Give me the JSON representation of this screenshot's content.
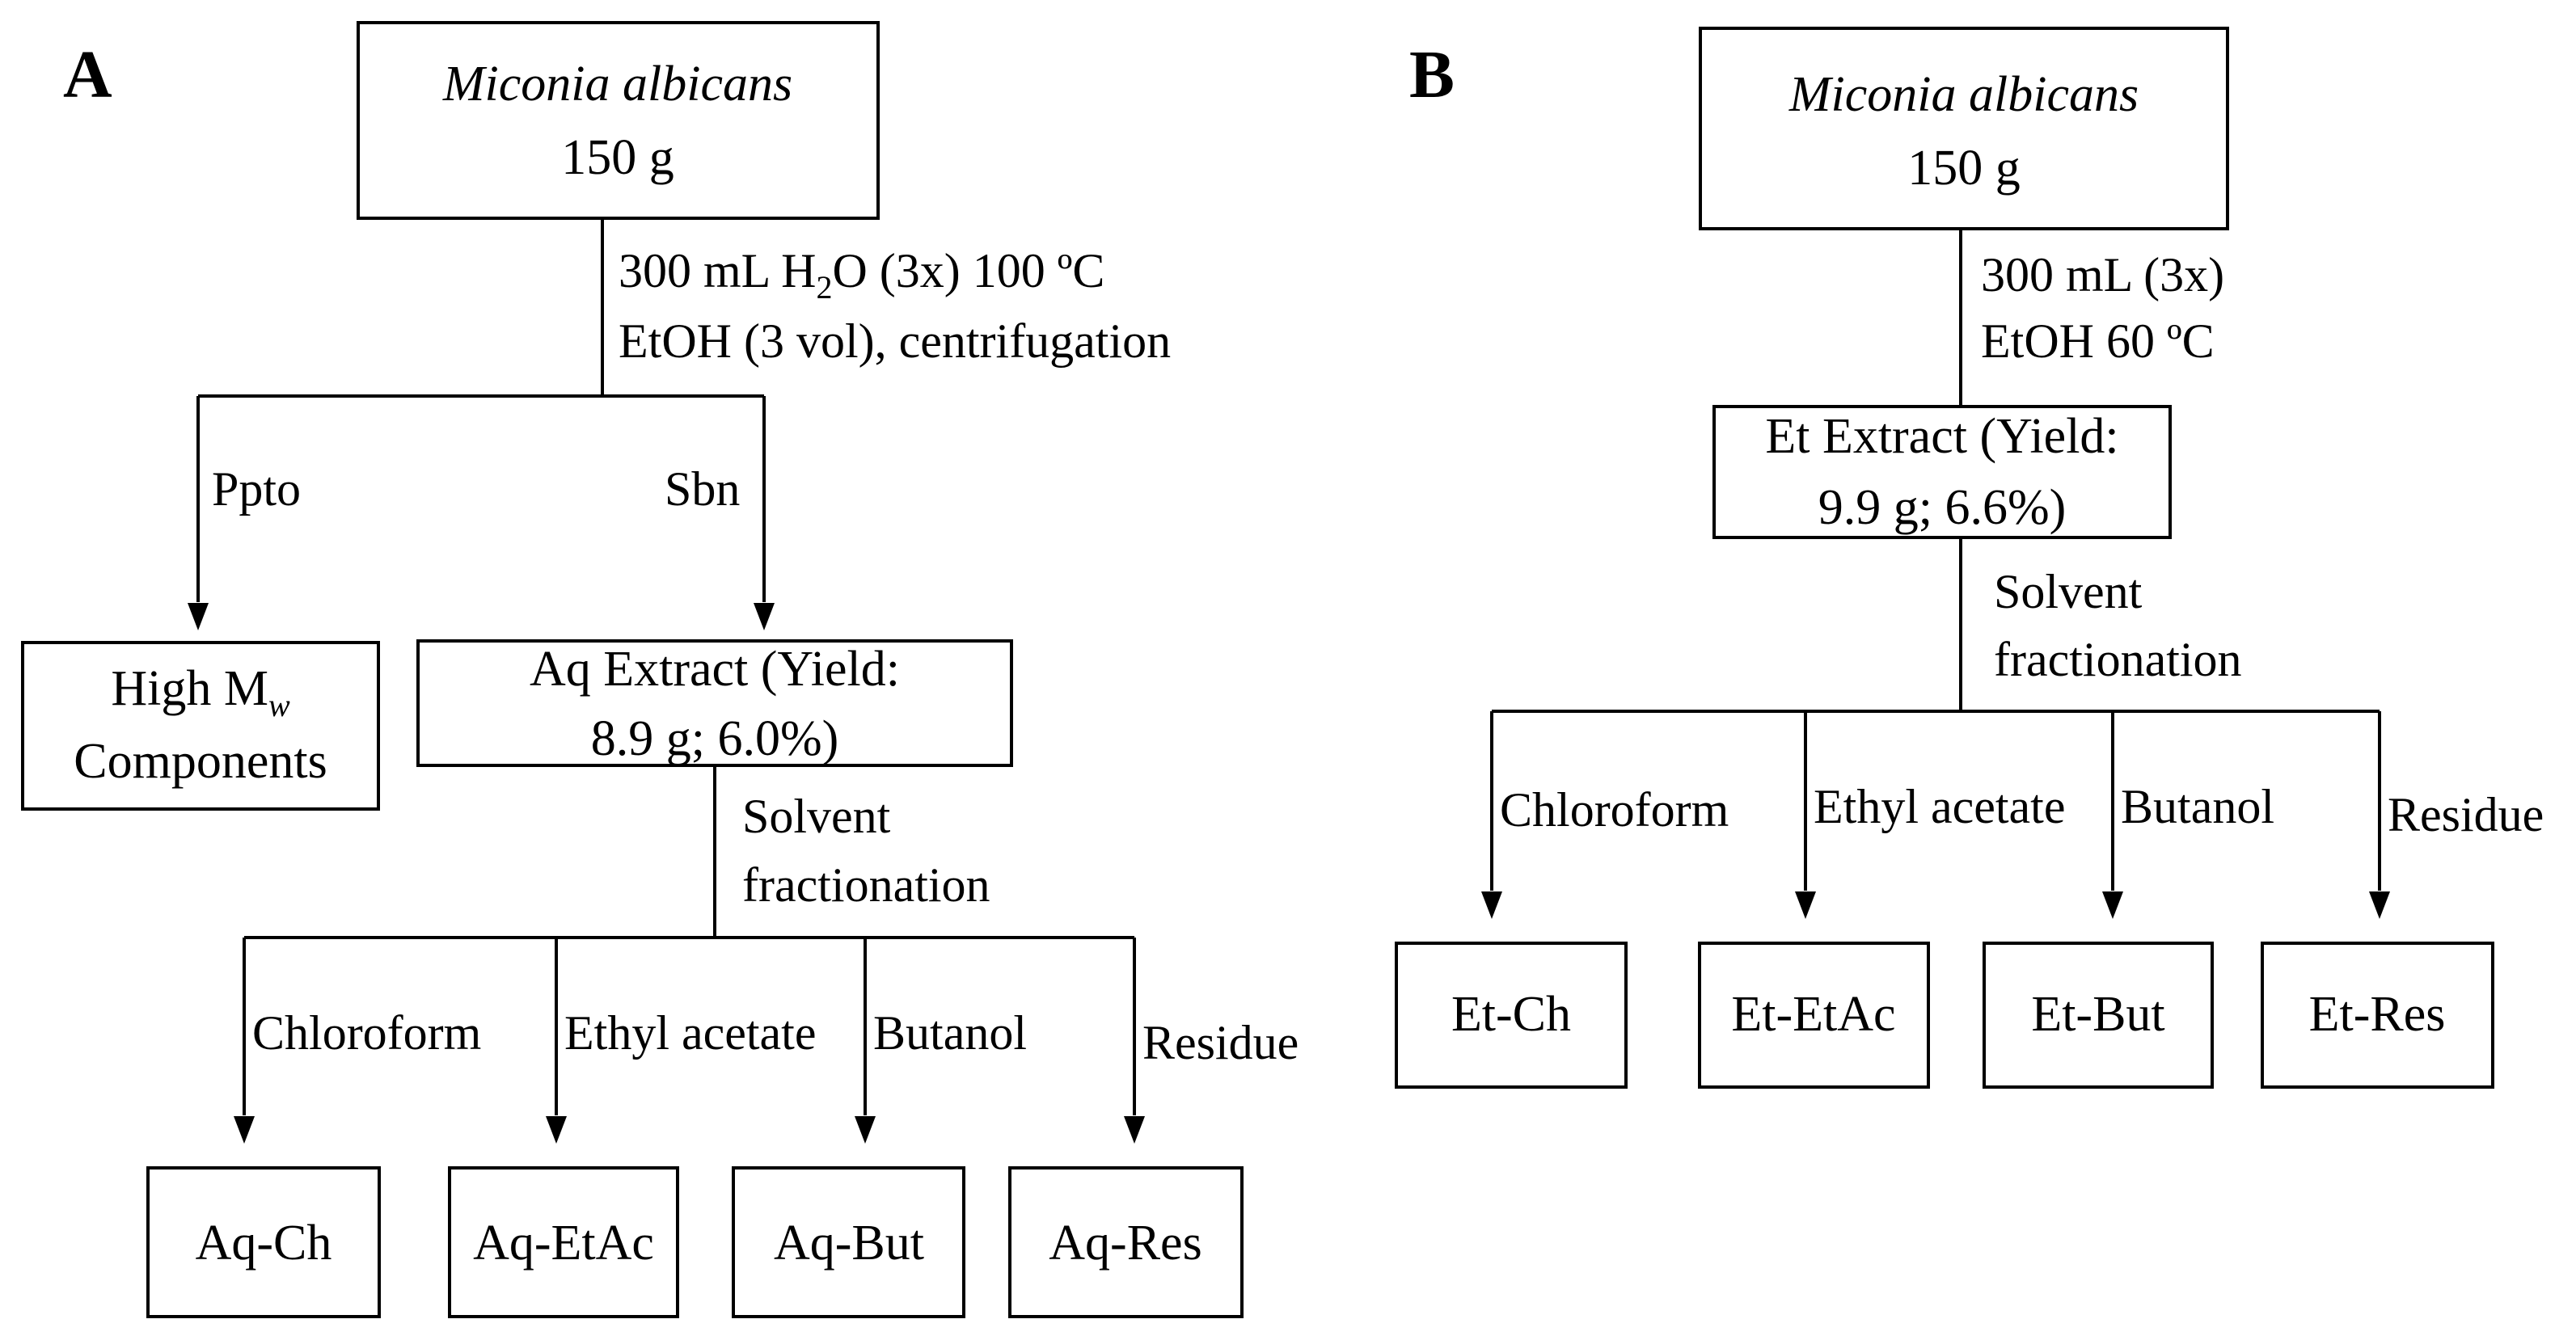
{
  "panel_a": {
    "label": "A",
    "source": {
      "species": "Miconia albicans",
      "mass": "150 g"
    },
    "step1": {
      "line1_pre": "300 mL H",
      "line1_sub": "2",
      "line1_post": "O (3x) 100 ºC",
      "line2": "EtOH (3 vol), centrifugation"
    },
    "branch_left": "Ppto",
    "branch_right": "Sbn",
    "high_mw": {
      "line1_pre": "High  M",
      "line1_sub": "w",
      "line2": "Components"
    },
    "extract": {
      "line1": "Aq Extract  (Yield:",
      "line2": "8.9 g; 6.0%)"
    },
    "step2": {
      "line1": "Solvent",
      "line2": "fractionation"
    },
    "solvents": [
      "Chloroform",
      "Ethyl acetate",
      "Butanol",
      "Residue"
    ],
    "fractions": [
      "Aq-Ch",
      "Aq-EtAc",
      "Aq-But",
      "Aq-Res"
    ]
  },
  "panel_b": {
    "label": "B",
    "source": {
      "species": "Miconia albicans",
      "mass": "150 g"
    },
    "step1": {
      "line1": "300 mL (3x)",
      "line2": "EtOH 60 ºC"
    },
    "extract": {
      "line1": "Et Extract  (Yield:",
      "line2": "9.9 g; 6.6%)"
    },
    "step2": {
      "line1": "Solvent",
      "line2": "fractionation"
    },
    "solvents": [
      "Chloroform",
      "Ethyl acetate",
      "Butanol",
      "Residue"
    ],
    "fractions": [
      "Et-Ch",
      "Et-EtAc",
      "Et-But",
      "Et-Res"
    ]
  }
}
